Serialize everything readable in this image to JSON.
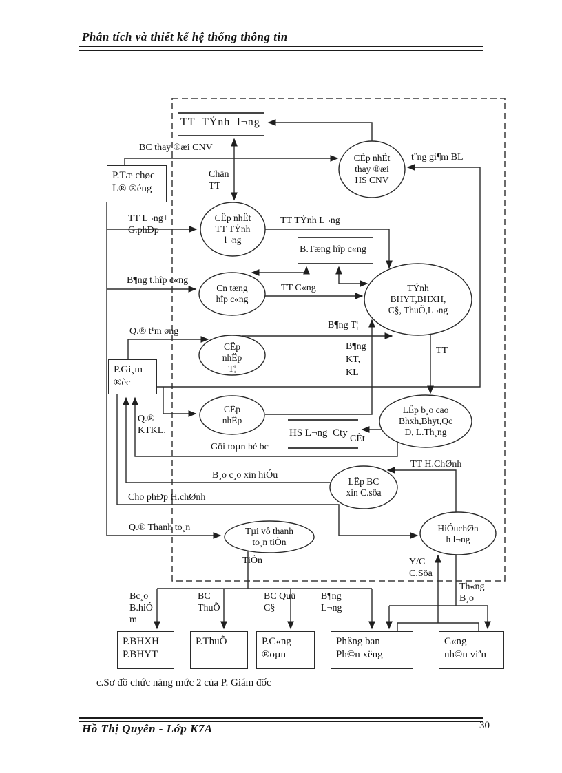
{
  "page": {
    "header_title": "Phân tích và thiết kế hệ thống thông tin",
    "caption": "c.Sơ đồ chức năng mức 2 của P. Giám đốc",
    "footer_author": "Hồ Thị Quyên - Lớp K7A",
    "page_number": "30"
  },
  "diagram": {
    "stores": {
      "tt_tinh_luong": "TT  TÝnh  l¬ng",
      "b_tong_hop_cong": "B.Tæng hîp c«ng",
      "hs_luong_cty": "HS L¬ng  Cty"
    },
    "processes": {
      "cap_nhat_thay_doi": "CËp nhËt\nthay ®æi\nHS CNV",
      "cap_nhat_tt_tinh_luong": "CËp nhËt\nTT  TÝnh\nl¬ng",
      "cn_tong_hop_cong": "Cn tæng\nhîp c«ng",
      "tinh_bhyt_bhxh": "TÝnh\nBHYT,BHXH,\nC§, ThuÕ,L¬ng",
      "cap_nhap_1": "CËp\nnhËp\nT¦",
      "cap_nhap_2": "CËp\nnhËp",
      "lap_bao_cao": "LËp b¸o cao\nBhxh,Bhyt,Qc\nÐ, L.Th¸ng",
      "lap_bc_xin_csua": "LËp BC\nxin C.söa",
      "tai_vu_thanh_toan": "Tµi vô thanh\nto¸n tiÒn",
      "hieu_chinh_luong": "HiÓuchØn\nh l¬ng"
    },
    "entities": {
      "p_to_chuc": "P.Tæ chøc\nL® ®éng",
      "p_giam_doc": "P.Gi¸m\n®èc",
      "p_bhxh_bhyt": "P.BHXH\nP.BHYT",
      "p_thue": "P.ThuÕ",
      "p_cong_doan": "P.C«ng\n®oµn",
      "phong_ban": "Phßng ban\nPh©n xëng",
      "cong_nhan_vien": "C«ng\nnh©n viªn"
    },
    "flow_labels": {
      "bc_thay_doi_cnv": "BC thay ®æi CNV",
      "tang_giam_bl": "t¨ng gi¶m BL",
      "chan_tt": "Chän\nTT",
      "tt_luong_gphep": "TT L¬ng+\nG.phÐp",
      "tt_tinh_luong": "TT TÝnh L¬ng",
      "bang_thop_cong": "B¶ng t.hîp c«ng",
      "tt_cong": "TT C«ng",
      "bang_tu": "B¶ng T¦",
      "qd_tam_ung": "Q.® t¹m øng",
      "bang_kt_kl": "B¶ng\nKT,\nKL",
      "tt_mid": "TT",
      "qd_ktkl": "Q.®\nKTKL.",
      "cat": "CÊt",
      "gui_toan_bo_bc": "Göi toµn bé bc",
      "bao_cao_xin_hieu": "B¸o c¸o xin hiÓu",
      "tt_hchinh": "TT H.ChØnh",
      "cho_phep_hchinh": "Cho phÐp H.chØnh",
      "qd_thanh_toan": "Q.® Thanh to¸n",
      "tien": "TiÒn",
      "yc_csua": "Y/C\nC.Söa",
      "thong_bao": "Th«ng\nB¸o",
      "bcao_bhiem": "Bc¸o\nB.hiÓ\nm",
      "bc_thue": "BC\nThuÕ",
      "bc_quy_cd": "BC Quü\nC§",
      "bang_luong": "B¶ng\nL¬ng"
    }
  }
}
